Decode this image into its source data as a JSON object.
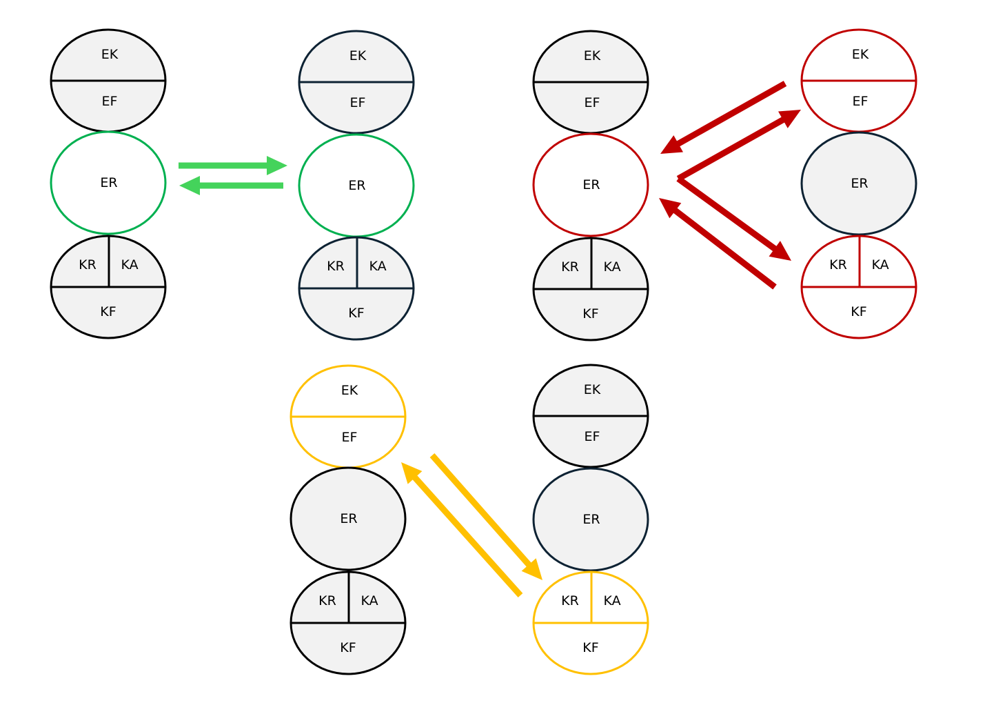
{
  "colors": {
    "fill_gray": "#f2f2f2",
    "fill_white": "#ffffff",
    "border_black": "#000000",
    "border_navy": "#0d2233",
    "green": "#00b050",
    "arrow_green": "#44d35b",
    "red": "#c00000",
    "yellow": "#ffc000"
  },
  "stacks": [
    {
      "id": "stack-1",
      "top": {
        "upper": "EK",
        "lower": "EF",
        "fill": "fill_gray",
        "stroke": "border_black"
      },
      "middle": {
        "label": "ER",
        "fill": "fill_white",
        "stroke": "green"
      },
      "bottom": {
        "left": "KR",
        "right": "KA",
        "lower": "KF",
        "fill": "fill_gray",
        "stroke": "border_black"
      }
    },
    {
      "id": "stack-2",
      "top": {
        "upper": "EK",
        "lower": "EF",
        "fill": "fill_gray",
        "stroke": "border_navy"
      },
      "middle": {
        "label": "ER",
        "fill": "fill_white",
        "stroke": "green"
      },
      "bottom": {
        "left": "KR",
        "right": "KA",
        "lower": "KF",
        "fill": "fill_gray",
        "stroke": "border_navy"
      }
    },
    {
      "id": "stack-3",
      "top": {
        "upper": "EK",
        "lower": "EF",
        "fill": "fill_gray",
        "stroke": "border_black"
      },
      "middle": {
        "label": "ER",
        "fill": "fill_white",
        "stroke": "red"
      },
      "bottom": {
        "left": "KR",
        "right": "KA",
        "lower": "KF",
        "fill": "fill_gray",
        "stroke": "border_black"
      }
    },
    {
      "id": "stack-4",
      "top": {
        "upper": "EK",
        "lower": "EF",
        "fill": "fill_white",
        "stroke": "red"
      },
      "middle": {
        "label": "ER",
        "fill": "fill_gray",
        "stroke": "border_navy"
      },
      "bottom": {
        "left": "KR",
        "right": "KA",
        "lower": "KF",
        "fill": "fill_white",
        "stroke": "red"
      }
    },
    {
      "id": "stack-5",
      "top": {
        "upper": "EK",
        "lower": "EF",
        "fill": "fill_white",
        "stroke": "yellow"
      },
      "middle": {
        "label": "ER",
        "fill": "fill_gray",
        "stroke": "border_black"
      },
      "bottom": {
        "left": "KR",
        "right": "KA",
        "lower": "KF",
        "fill": "fill_gray",
        "stroke": "border_black"
      }
    },
    {
      "id": "stack-6",
      "top": {
        "upper": "EK",
        "lower": "EF",
        "fill": "fill_gray",
        "stroke": "border_black"
      },
      "middle": {
        "label": "ER",
        "fill": "fill_gray",
        "stroke": "border_navy"
      },
      "bottom": {
        "left": "KR",
        "right": "KA",
        "lower": "KF",
        "fill": "fill_white",
        "stroke": "yellow"
      }
    }
  ],
  "arrows": [
    {
      "id": "arrow-green-right",
      "color": "arrow_green"
    },
    {
      "id": "arrow-green-left",
      "color": "arrow_green"
    },
    {
      "id": "arrow-red-to-er-top",
      "color": "red"
    },
    {
      "id": "arrow-red-to-ek-ef",
      "color": "red"
    },
    {
      "id": "arrow-red-to-kr-ka-kf",
      "color": "red"
    },
    {
      "id": "arrow-red-to-er-bottom",
      "color": "red"
    },
    {
      "id": "arrow-yellow-down",
      "color": "yellow"
    },
    {
      "id": "arrow-yellow-up",
      "color": "yellow"
    }
  ]
}
